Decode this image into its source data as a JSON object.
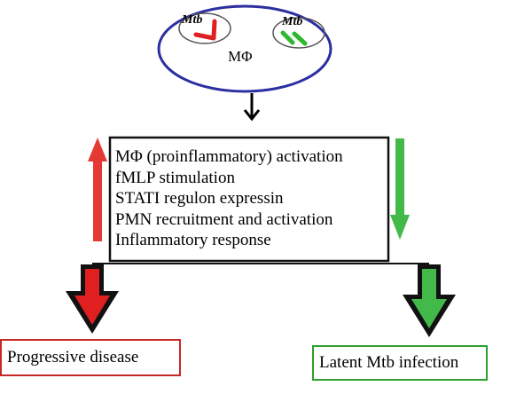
{
  "cell": {
    "label": "MΦ",
    "bacteria": [
      {
        "label": "Mtb",
        "color": "#e02020"
      },
      {
        "label": "Mtb",
        "color": "#2eb82e"
      }
    ]
  },
  "box": {
    "lines": [
      "MΦ (proinflammatory) activation",
      "fMLP stimulation",
      "STATI regulon expressin",
      "PMN recruitment and activation",
      "Inflammatory response"
    ]
  },
  "outcomes": {
    "left": {
      "label": "Progressive disease",
      "color": "#c62828"
    },
    "right": {
      "label": "Latent Mtb infection",
      "color": "#2e9e2e"
    }
  },
  "colors": {
    "cell_border": "#2b2fa0",
    "red_arrow": "#e53935",
    "green_arrow": "#43b94a"
  }
}
